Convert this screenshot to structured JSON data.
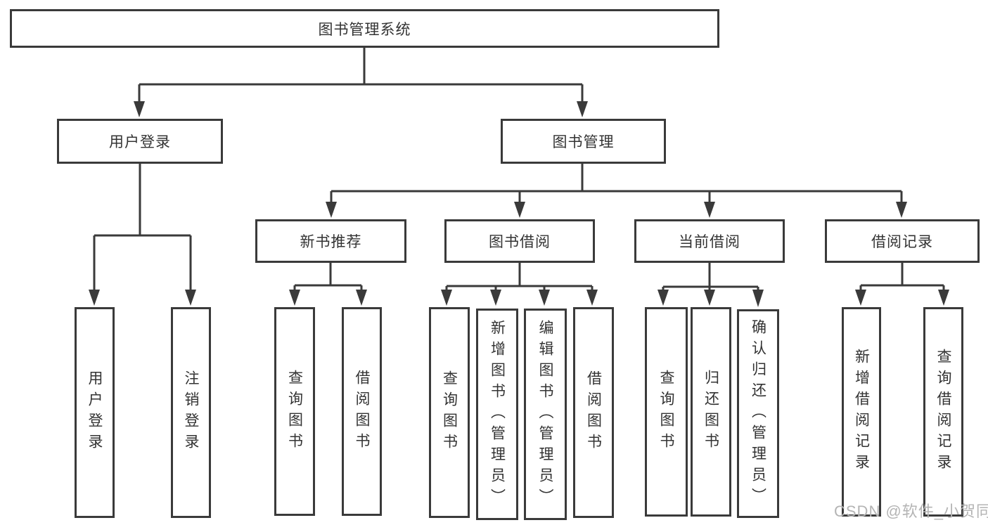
{
  "diagram": {
    "title": "图书管理系统",
    "tree": {
      "label": "图书管理系统",
      "children": [
        {
          "label": "用户登录",
          "children": [
            {
              "label": "用户登录"
            },
            {
              "label": "注销登录"
            }
          ]
        },
        {
          "label": "图书管理",
          "children": [
            {
              "label": "新书推荐",
              "children": [
                {
                  "label": "查询图书"
                },
                {
                  "label": "借阅图书"
                }
              ]
            },
            {
              "label": "图书借阅",
              "children": [
                {
                  "label": "查询图书"
                },
                {
                  "label": "新增图书（管理员）"
                },
                {
                  "label": "编辑图书（管理员）"
                },
                {
                  "label": "借阅图书"
                }
              ]
            },
            {
              "label": "当前借阅",
              "children": [
                {
                  "label": "查询图书"
                },
                {
                  "label": "归还图书"
                },
                {
                  "label": "确认归还（管理员）"
                }
              ]
            },
            {
              "label": "借阅记录",
              "children": [
                {
                  "label": "新增借阅记录"
                },
                {
                  "label": "查询借阅记录"
                }
              ]
            }
          ]
        }
      ]
    },
    "colors": {
      "line": "#3a3a3a",
      "box_border": "#3a3a3a",
      "text": "#333333",
      "watermark": "#b4b4b4",
      "background": "#ffffff"
    },
    "watermark": "CSDN @软件_小贺同学"
  }
}
